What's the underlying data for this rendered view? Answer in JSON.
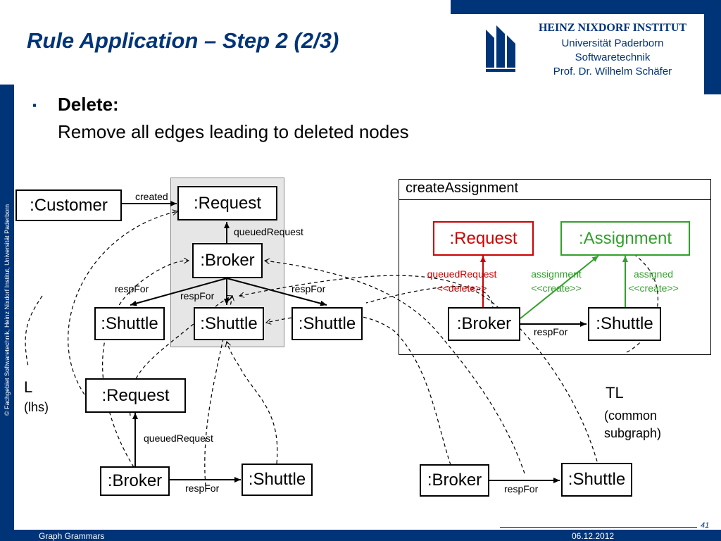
{
  "slide": {
    "title": "Rule Application – Step 2 (2/3)",
    "institute": {
      "name": "HEINZ NIXDORF INSTITUT",
      "line1": "Universität Paderborn",
      "line2": "Softwaretechnik",
      "line3": "Prof. Dr. Wilhelm Schäfer"
    },
    "side_text": "© Fachgebiet Softwaretechnik, Heinz Nixdorf Institut, Universität Paderborn",
    "footer": {
      "left": "Graph Grammars",
      "date": "06.12.2012",
      "page": "41"
    },
    "colors": {
      "brand": "#003478",
      "delete": "#cc0000",
      "create": "#33a02c"
    }
  },
  "bullet": {
    "icon": "square-bullet-icon",
    "symbol": "▪",
    "heading": "Delete:",
    "body": "Remove all edges leading to deleted nodes"
  },
  "host_graph": {
    "customer": ":Customer",
    "request": ":Request",
    "broker": ":Broker",
    "shuttle1": ":Shuttle",
    "shuttle2": ":Shuttle",
    "shuttle3": ":Shuttle",
    "edge_created": "created",
    "edge_queued": "queuedRequest",
    "edge_resp1": "respFor",
    "edge_resp2": "respFor",
    "edge_resp3": "respFor"
  },
  "rule": {
    "title": "createAssignment",
    "request": ":Request",
    "assignment": ":Assignment",
    "broker": ":Broker",
    "shuttle": ":Shuttle",
    "edge_queued": "queuedRequest",
    "edge_queued_stereo": "<<delete>>",
    "edge_assignment": "assignment",
    "edge_assignment_stereo": "<<create>>",
    "edge_assigned": "assigned",
    "edge_assigned_stereo": "<<create>>",
    "edge_resp": "respFor"
  },
  "lhs": {
    "label": "L",
    "sub": "(lhs)",
    "request": ":Request",
    "broker": ":Broker",
    "shuttle": ":Shuttle",
    "edge_queued": "queuedRequest",
    "edge_resp": "respFor"
  },
  "tl": {
    "label": "TL",
    "sub1": "(common",
    "sub2": "subgraph)",
    "broker": ":Broker",
    "shuttle": ":Shuttle",
    "edge_resp": "respFor"
  }
}
